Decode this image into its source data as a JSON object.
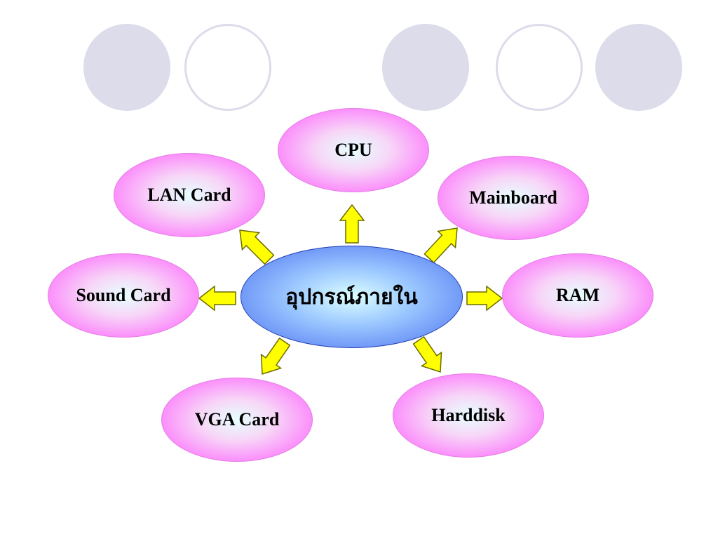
{
  "center": {
    "label": "อุปกรณ์ภายใน"
  },
  "nodes": [
    {
      "id": "cpu",
      "label": "CPU"
    },
    {
      "id": "lan-card",
      "label": "LAN Card"
    },
    {
      "id": "mainboard",
      "label": "Mainboard"
    },
    {
      "id": "sound-card",
      "label": "Sound Card"
    },
    {
      "id": "ram",
      "label": "RAM"
    },
    {
      "id": "vga-card",
      "label": "VGA Card"
    },
    {
      "id": "harddisk",
      "label": "Harddisk"
    }
  ],
  "colors": {
    "node_fill_edge": "#ff55ff",
    "node_fill_center": "#e6ffff",
    "center_fill_edge": "#4a6ff0",
    "center_fill_center": "#dcffff",
    "arrow_fill": "#ffff00",
    "arrow_stroke": "#6b6b00",
    "deco_circle": "#dcdcea"
  }
}
